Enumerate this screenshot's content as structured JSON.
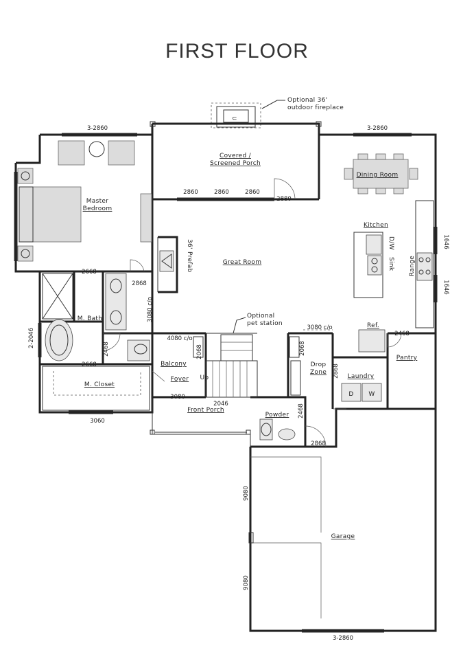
{
  "title": "FIRST FLOOR",
  "rooms": {
    "covered_porch_1": "Covered /",
    "covered_porch_2": "Screened Porch",
    "dining": "Dining Room",
    "master_1": "Master",
    "master_2": "Bedroom",
    "kitchen": "Kitchen",
    "great_room": "Great Room",
    "m_bath": "M. Bath",
    "m_closet": "M. Closet",
    "balcony": "Balcony",
    "foyer": "Foyer",
    "up": "Up",
    "front_porch": "Front Porch",
    "drop_zone_1": "Drop",
    "drop_zone_2": "Zone",
    "laundry": "Laundry",
    "pantry": "Pantry",
    "powder": "Powder",
    "garage": "Garage"
  },
  "notes": {
    "fireplace_1": "Optional 36'",
    "fireplace_2": "outdoor fireplace",
    "pet_1": "Optional",
    "pet_2": "pet station",
    "prefab": "36' Prefab",
    "dw": "D/W",
    "sink": "Sink",
    "range": "Range",
    "ref": "Ref.",
    "washer": "W",
    "dryer": "D"
  },
  "dimensions": {
    "d_top_left": "3-2860",
    "d_top_right": "3-2860",
    "d_porch_1": "2860",
    "d_porch_2": "2860",
    "d_porch_3": "2860",
    "d_porch_door": "2880",
    "d_2668_bath": "2668",
    "d_2868_great": "2868",
    "d_3080co_left": "3080 c/o",
    "d_4080co": "4080 c/o",
    "d_3080co_right": "3080 c/o",
    "d_2046_left": "2-2046",
    "d_2468_bath": "2468",
    "d_2668_closet": "2668",
    "d_2068_left": "2068",
    "d_2068_right": "2068",
    "d_2868_drop": "2868",
    "d_2468_pantry": "2468",
    "d_1646_top": "1646",
    "d_1646_bot": "1646",
    "d_3080_foyer": "3080",
    "d_2046_front": "2046",
    "d_3060": "3060",
    "d_2468_powder": "2468",
    "d_2868_garage": "2868",
    "d_9080_top": "9080",
    "d_9080_bot": "9080",
    "d_3_2860_garage": "3-2860"
  }
}
